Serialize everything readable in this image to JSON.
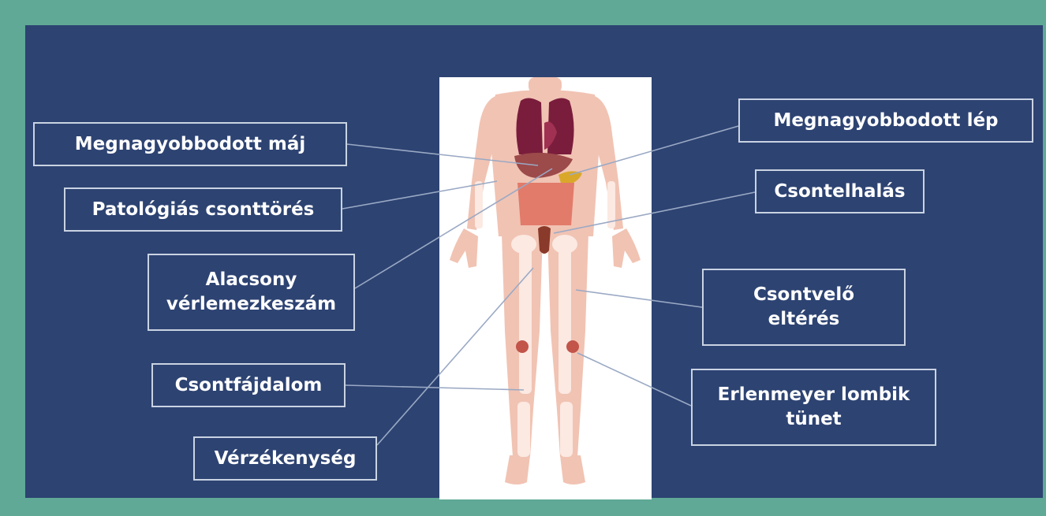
{
  "colors": {
    "frame": "#5fa996",
    "panel": "#2d4372",
    "label_border": "#c9d3e2",
    "label_text": "#ffffff",
    "leader_line": "#9aa9c4"
  },
  "image": {
    "description_icon": "human-body-anatomy-icon"
  },
  "labels": {
    "enlarged_liver": "Megnagyobbodott máj",
    "pathological_fracture": "Patológiás csonttörés",
    "low_platelet": "Alacsony vérlemezkeszám",
    "bone_pain": "Csontfájdalom",
    "bleeding": "Vérzékenység",
    "enlarged_spleen": "Megnagyobbodott lép",
    "osteonecrosis": "Csontelhalás",
    "bone_marrow": "Csontvelő eltérés",
    "erlenmeyer": "Erlenmeyer lombik tünet"
  }
}
